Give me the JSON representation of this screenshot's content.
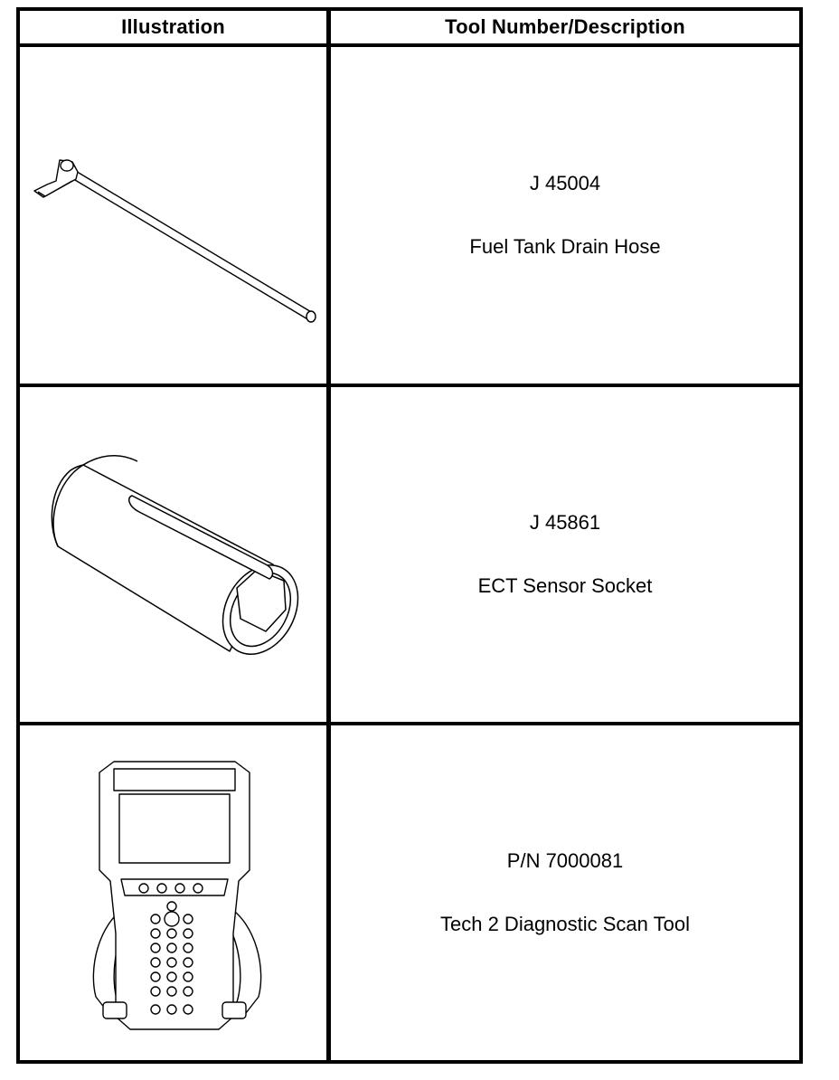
{
  "header": {
    "illustration": "Illustration",
    "tool": "Tool Number/Description"
  },
  "rows": [
    {
      "number": "J 45004",
      "description": "Fuel Tank Drain Hose",
      "illustration_icon": "fuel-tank-drain-hose-icon"
    },
    {
      "number": "J 45861",
      "description": "ECT Sensor Socket",
      "illustration_icon": "ect-sensor-socket-icon"
    },
    {
      "number": "P/N 7000081",
      "description": "Tech 2 Diagnostic Scan Tool",
      "illustration_icon": "tech2-scan-tool-icon"
    }
  ]
}
